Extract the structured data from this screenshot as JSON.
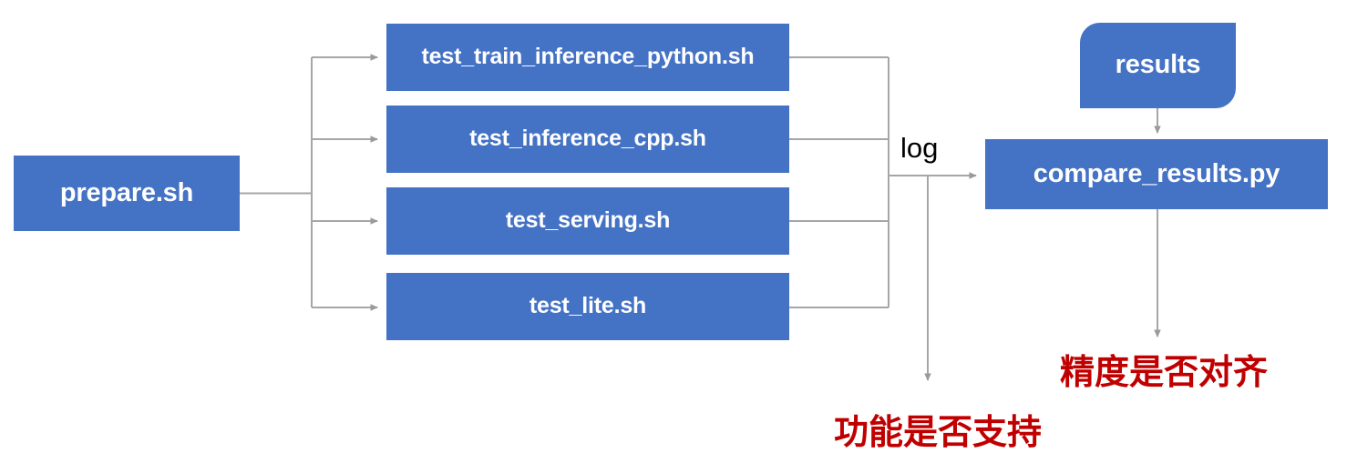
{
  "diagram": {
    "title": "PaddleOCR TIPC test chain flow",
    "colors": {
      "node_fill": "#4472C4",
      "node_text": "#FFFFFF",
      "wire": "#A6A6A6",
      "note_text": "#C00000",
      "background": "#FFFFFF"
    },
    "entry": {
      "label": "prepare.sh"
    },
    "scripts": [
      {
        "label": "test_train_inference_python.sh"
      },
      {
        "label": "test_inference_cpp.sh"
      },
      {
        "label": "test_serving.sh"
      },
      {
        "label": "test_lite.sh"
      }
    ],
    "edge_labels": {
      "log": "log"
    },
    "results": {
      "label": "results"
    },
    "compare": {
      "label": "compare_results.py"
    },
    "notes": [
      {
        "label": "功能是否支持"
      },
      {
        "label": "精度是否对齐"
      }
    ]
  }
}
